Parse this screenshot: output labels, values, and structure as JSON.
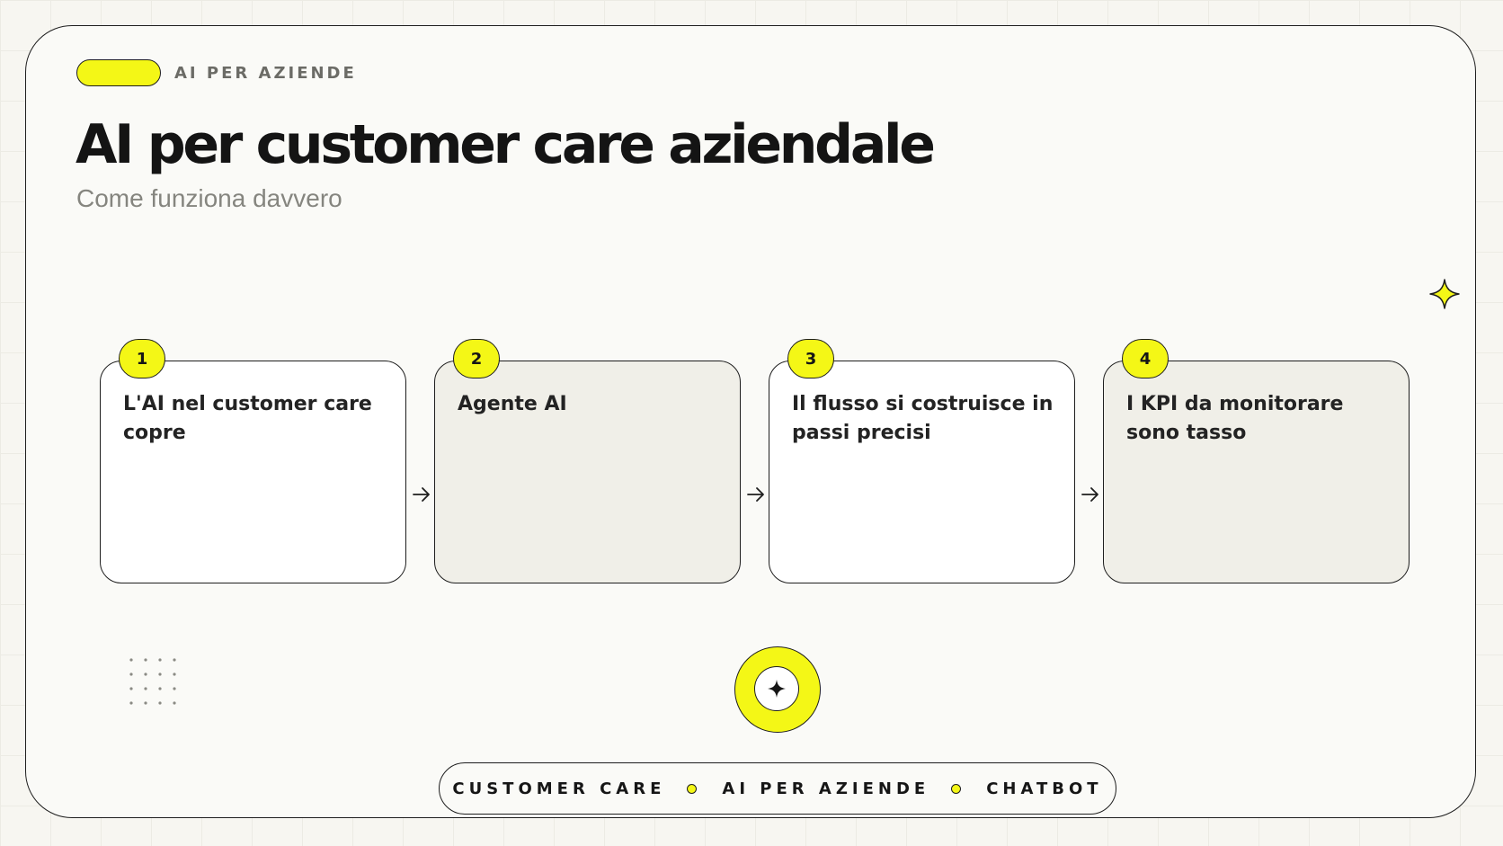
{
  "header": {
    "eyebrow_label": "AI PER AZIENDE",
    "title": "AI per customer care aziendale",
    "subtitle": "Come funziona davvero"
  },
  "steps": [
    {
      "number": "1",
      "text": "L'AI nel customer care copre"
    },
    {
      "number": "2",
      "text": "Agente AI"
    },
    {
      "number": "3",
      "text": "Il flusso si costruisce in passi precisi"
    },
    {
      "number": "4",
      "text": "I KPI da monitorare sono tasso"
    }
  ],
  "tags": [
    "CUSTOMER CARE",
    "AI PER AZIENDE",
    "CHATBOT"
  ],
  "icons": {
    "corner": "sparkle-icon",
    "center": "sparkle-icon",
    "connector": "arrow-right-icon",
    "decoration": "dot-grid"
  },
  "colors": {
    "accent": "#f4f716",
    "ink": "#161616",
    "background": "#f7f6f1",
    "card_gray": "#f0efe8",
    "muted_text": "#85857f"
  }
}
